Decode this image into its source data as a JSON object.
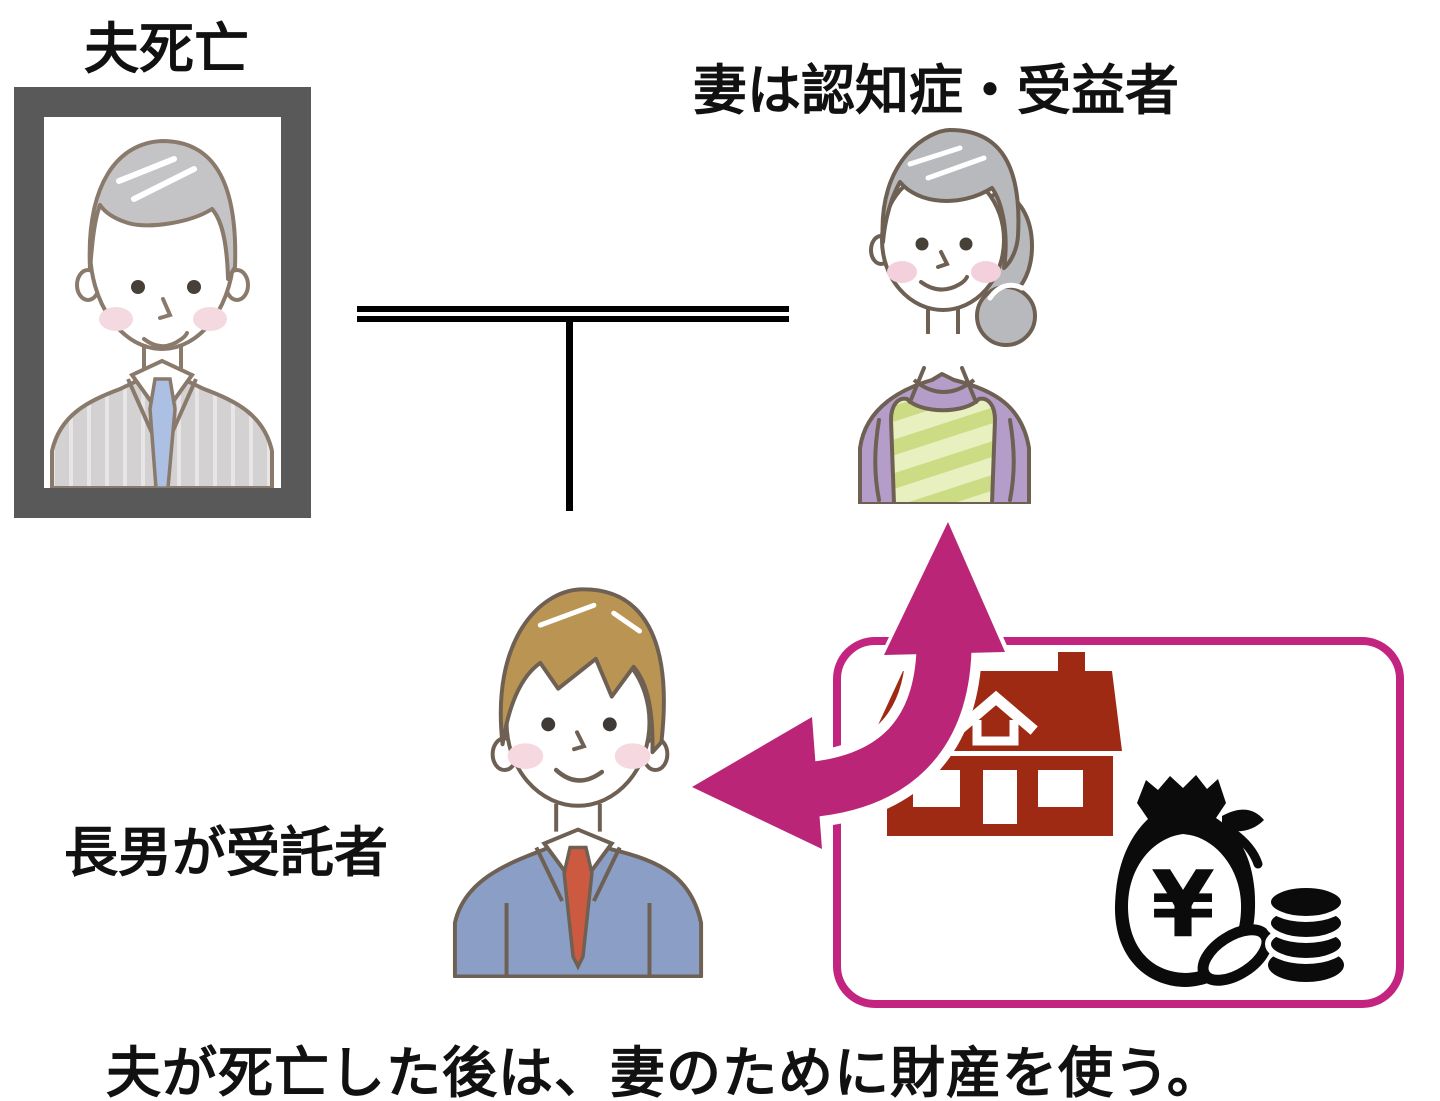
{
  "labels": {
    "husband": "夫死亡",
    "wife": "妻は認知症・受益者",
    "son": "長男が受託者",
    "caption": "夫が死亡した後は、妻のために財産を使う。"
  },
  "icons": {
    "yen_symbol": "¥",
    "house": "house-icon",
    "money_bag": "money-bag-icon",
    "coin_stack": "coin-stack-icon",
    "memorial_frame": "memorial-photo-frame",
    "flow_arrow": "curved-double-arrow"
  },
  "figures": {
    "husband": "deceased husband portrait (gray hair, striped suit, blue tie)",
    "wife": "elderly wife (gray hair, purple top, green striped apron)",
    "son": "eldest son (brown hair, blue suit, red tie)"
  },
  "colors": {
    "accent_magenta": "#bb2577",
    "box_border": "#c32480",
    "house_red": "#9e2a14",
    "frame_gray": "#595959",
    "line_black": "#000000",
    "text_black": "#111111"
  }
}
